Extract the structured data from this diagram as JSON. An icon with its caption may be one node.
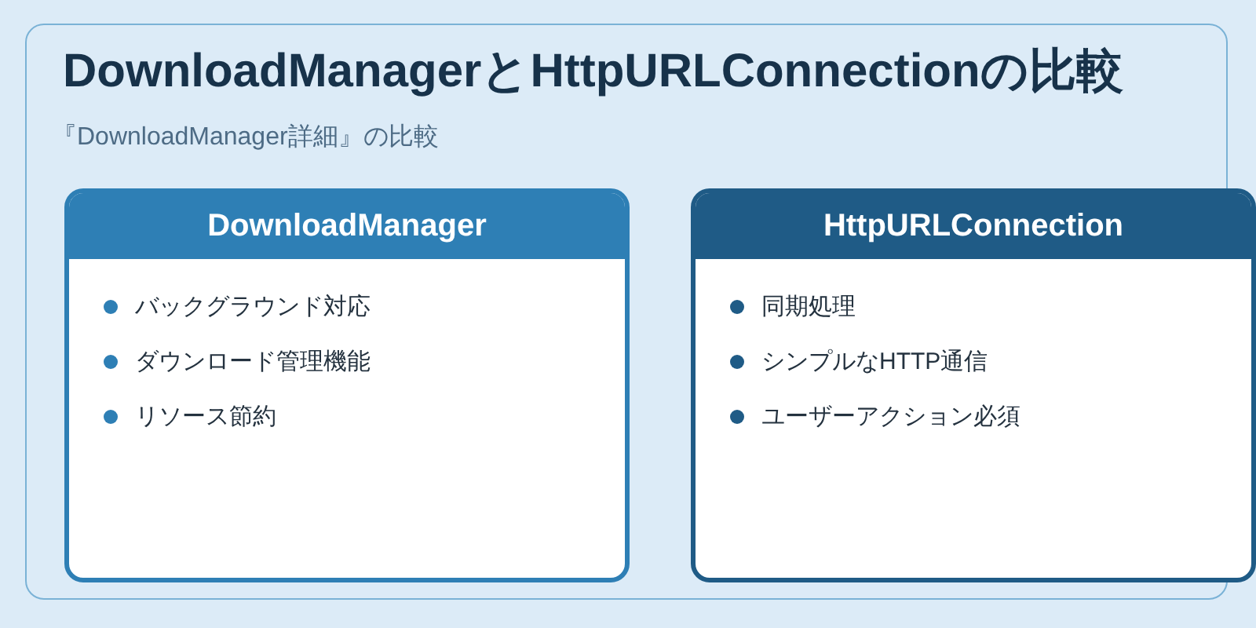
{
  "diagram": {
    "title": "DownloadManagerとHttpURLConnectionの比較",
    "nodes": [
      {
        "text": [
          "DownloadManager",
          "バックグラウンド対応",
          "ダウンロード管理機能",
          "リソース節約"
        ]
      },
      {
        "text": [
          "HttpURLConnection",
          "同期処理",
          "シンプルなHTTP通信",
          "ユーザーアクション必須"
        ]
      }
    ],
    "labels": [
      "『DownloadManager詳細』の比較"
    ]
  }
}
